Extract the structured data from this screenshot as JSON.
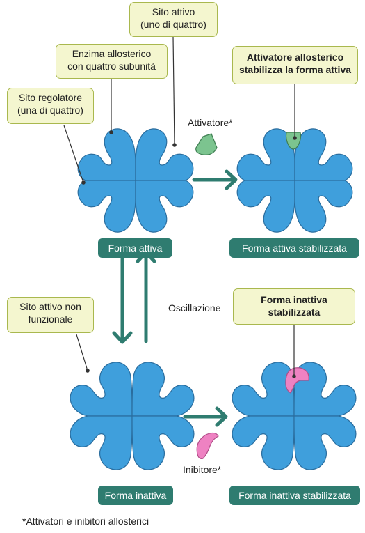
{
  "callouts": {
    "active_site": [
      "Sito attivo",
      "(uno di quattro)"
    ],
    "enzyme": [
      "Enzima allosterico",
      "con quattro subunità"
    ],
    "regulatory_site": [
      "Sito regolatore",
      "(una di quattro)"
    ],
    "activator_stabilizes": [
      "Attivatore allosterico",
      "stabilizza la forma attiva"
    ],
    "nonfunctional_site": [
      "Sito attivo non",
      "funzionale"
    ],
    "inactive_stabilized": [
      "Forma inattiva",
      "stabilizzata"
    ]
  },
  "labels": {
    "activator": "Attivatore*",
    "inhibitor": "Inibitore*",
    "oscillation": "Oscillazione",
    "footnote": "*Attivatori e inibitori allosterici"
  },
  "forms": {
    "active": "Forma attiva",
    "active_stabilized": "Forma attiva stabilizzata",
    "inactive": "Forma inattiva",
    "inactive_stabilized": "Forma inattiva stabilizzata"
  },
  "colors": {
    "subunit": "#3f9fdc",
    "subunit_outline": "#2a6d9e",
    "arrow": "#2f7c70",
    "activator": "#7cc48f",
    "inhibitor": "#ee82c2",
    "callout_fill": "#f4f6cf",
    "callout_border": "#a9b84e"
  }
}
